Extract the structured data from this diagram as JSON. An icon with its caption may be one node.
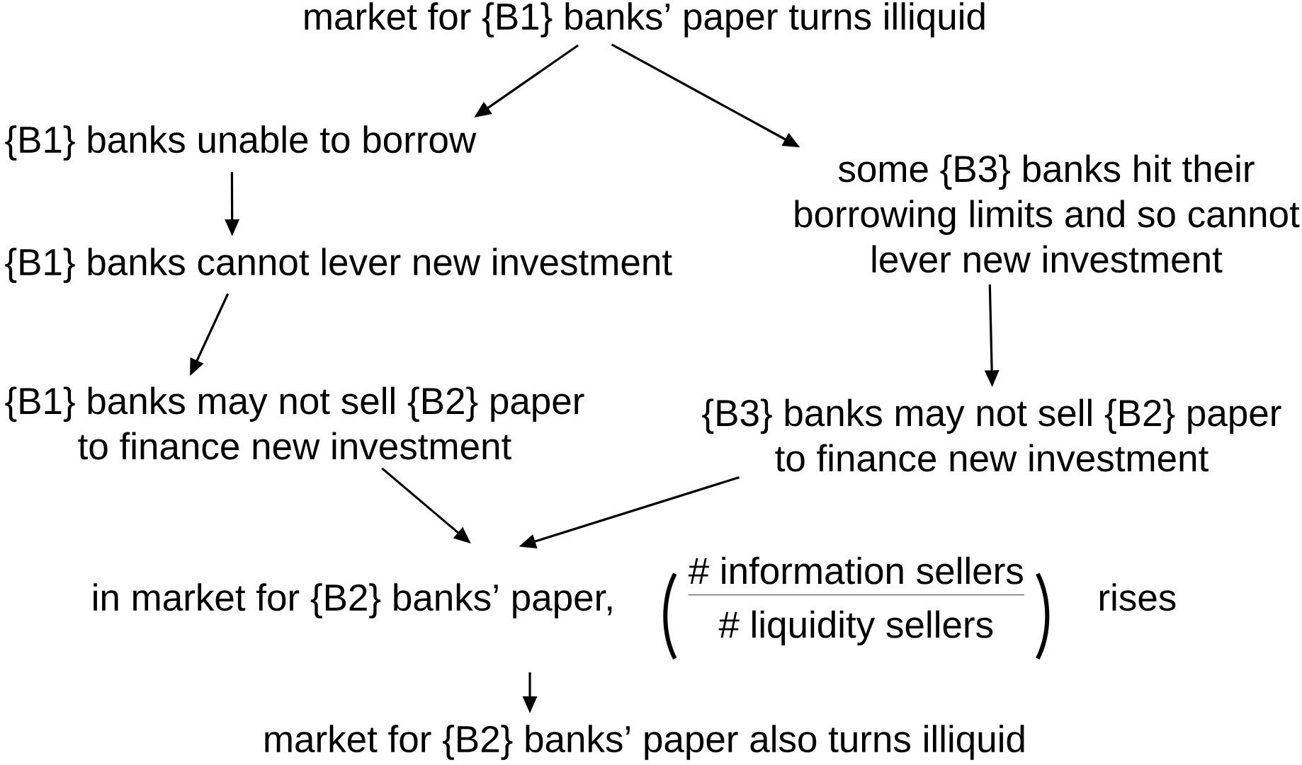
{
  "diagram": {
    "nodes": [
      {
        "text": [
          "market for {B1} banks’ paper turns illiquid"
        ]
      },
      {
        "text": [
          "{B1} banks unable to borrow"
        ]
      },
      {
        "text": [
          "{B1} banks cannot lever new investment"
        ]
      },
      {
        "text": [
          "{B1} banks may not sell {B2} paper to finance new investment"
        ]
      },
      {
        "text": [
          "some {B3} banks hit their borrowing limits and so cannot lever new investment"
        ]
      },
      {
        "text": [
          "{B3} banks may not sell {B2} paper to finance new investment"
        ]
      },
      {
        "text": [
          "in market for {B2} banks’ paper,",
          "# information sellers",
          "# liquidity sellers",
          "rises"
        ]
      },
      {
        "text": [
          "market for {B2} banks’ paper also turns illiquid"
        ]
      }
    ],
    "edges": [
      {
        "from": 0,
        "to": 1,
        "arrow": "to"
      },
      {
        "from": 0,
        "to": 4,
        "arrow": "to"
      },
      {
        "from": 1,
        "to": 2,
        "arrow": "to"
      },
      {
        "from": 2,
        "to": 3,
        "arrow": "to"
      },
      {
        "from": 4,
        "to": 5,
        "arrow": "to"
      },
      {
        "from": 3,
        "to": 6,
        "arrow": "to"
      },
      {
        "from": 5,
        "to": 6,
        "arrow": "to"
      },
      {
        "from": 6,
        "to": 7,
        "arrow": "to"
      }
    ]
  }
}
